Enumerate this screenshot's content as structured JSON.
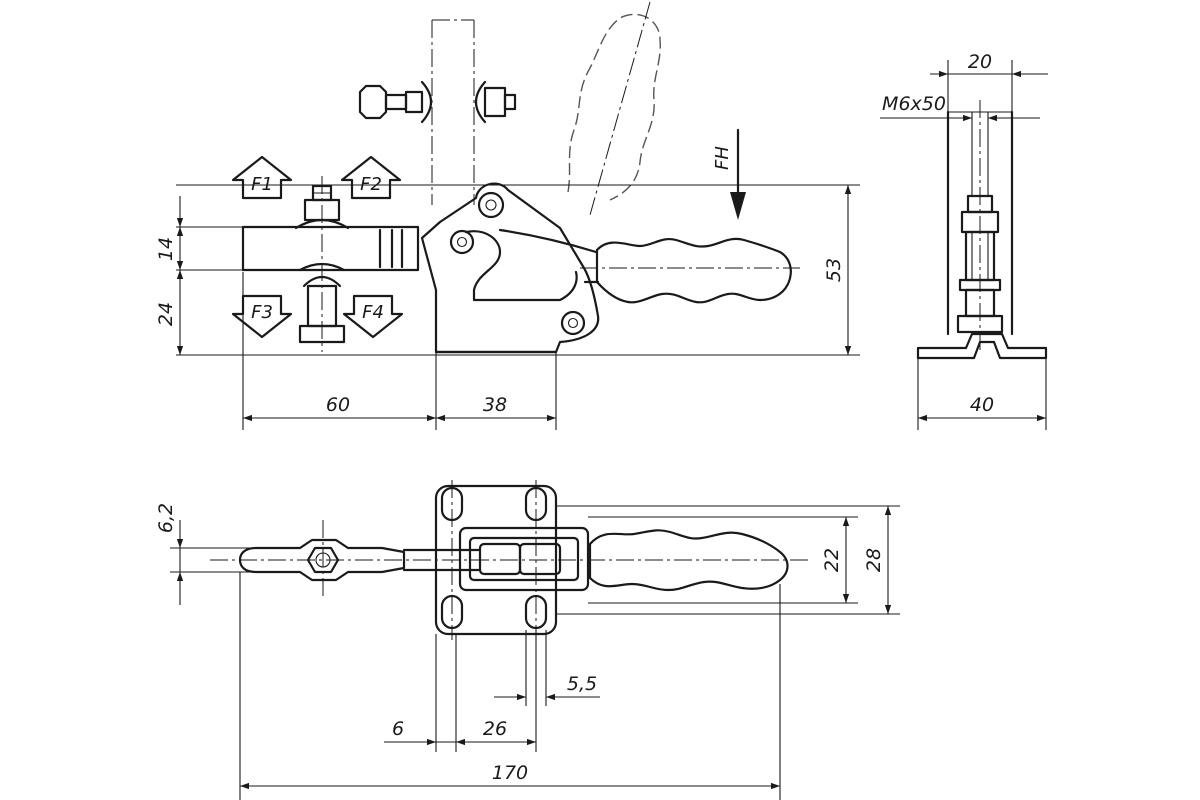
{
  "force_labels": {
    "f1": "F1",
    "f2": "F2",
    "f3": "F3",
    "f4": "F4",
    "fh": "FH"
  },
  "side_view": {
    "dim_14": "14",
    "dim_24": "24",
    "dim_53": "53",
    "dim_60": "60",
    "dim_38": "38"
  },
  "end_view": {
    "dim_20": "20",
    "dim_thread": "M6x50",
    "dim_40": "40"
  },
  "top_view": {
    "dim_6_2": "6,2",
    "dim_22": "22",
    "dim_28": "28",
    "dim_5_5": "5,5",
    "dim_6": "6",
    "dim_26": "26",
    "dim_170": "170"
  }
}
